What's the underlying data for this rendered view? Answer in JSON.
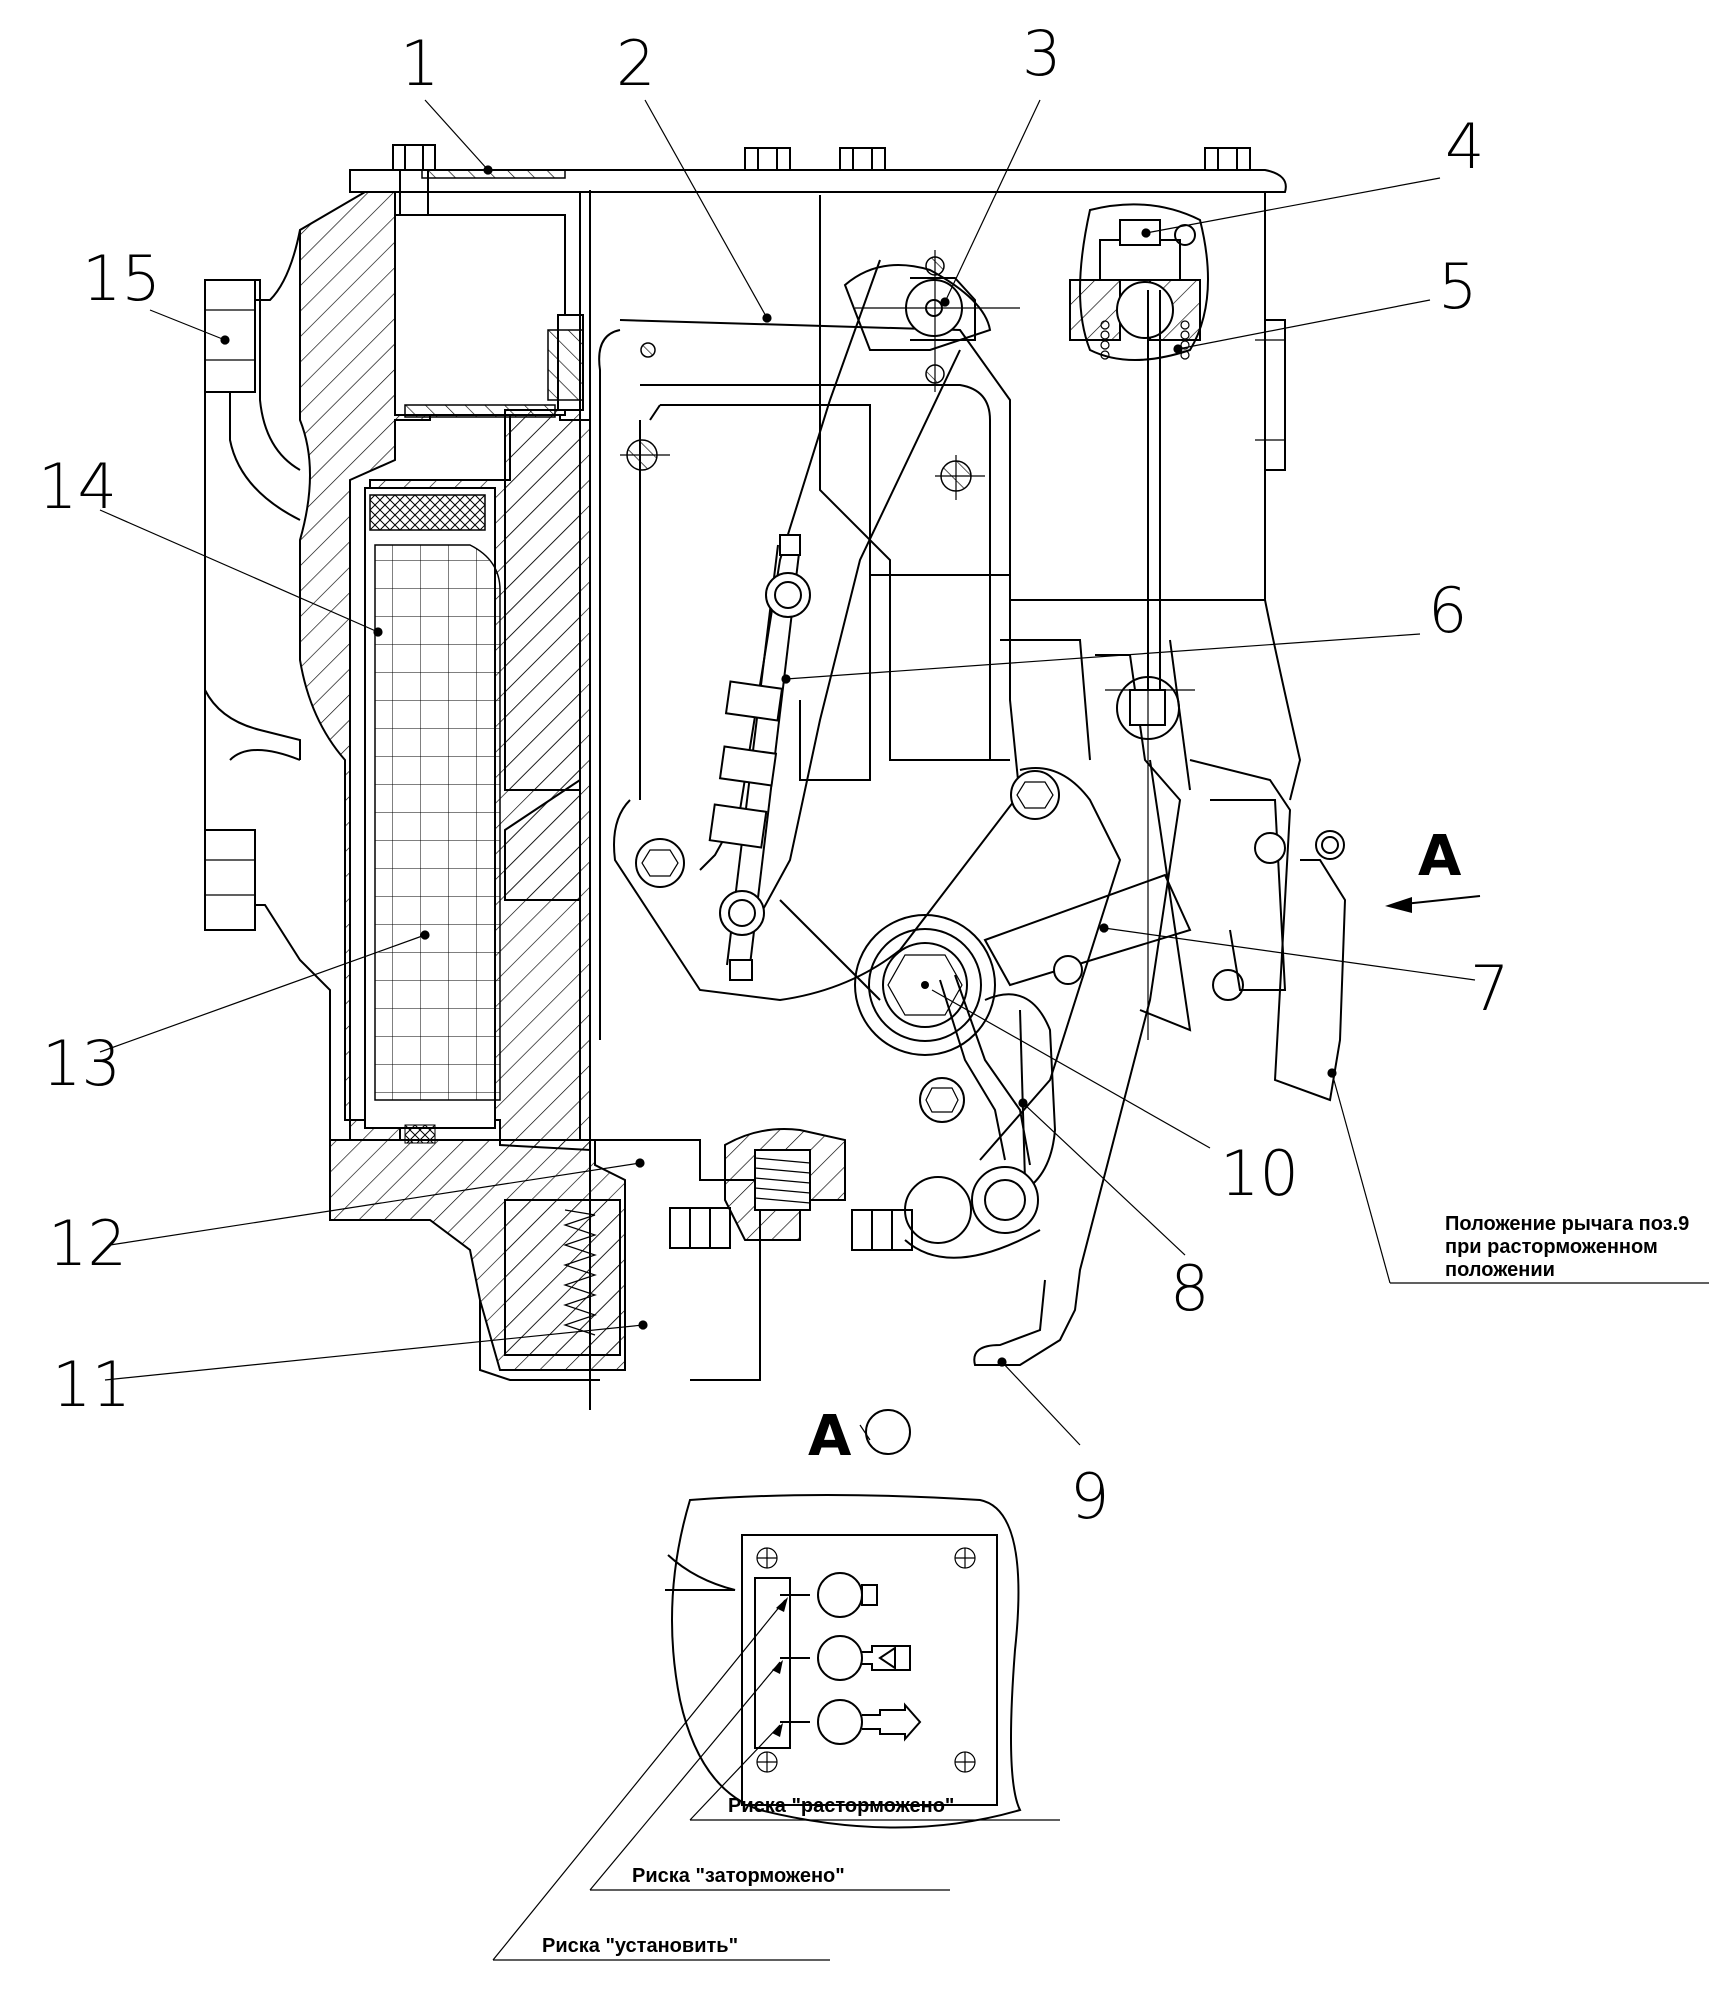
{
  "callouts": [
    "1",
    "2",
    "3",
    "4",
    "5",
    "6",
    "7",
    "8",
    "9",
    "10",
    "11",
    "12",
    "13",
    "14",
    "15"
  ],
  "view_label": "А",
  "note_lever": [
    "Положение рычага поз.9",
    "при расторможенном",
    "положении"
  ],
  "marks": {
    "released": "Риска \"расторможено\"",
    "braked": "Риска \"заторможено\"",
    "install": "Риска \"установить\""
  }
}
